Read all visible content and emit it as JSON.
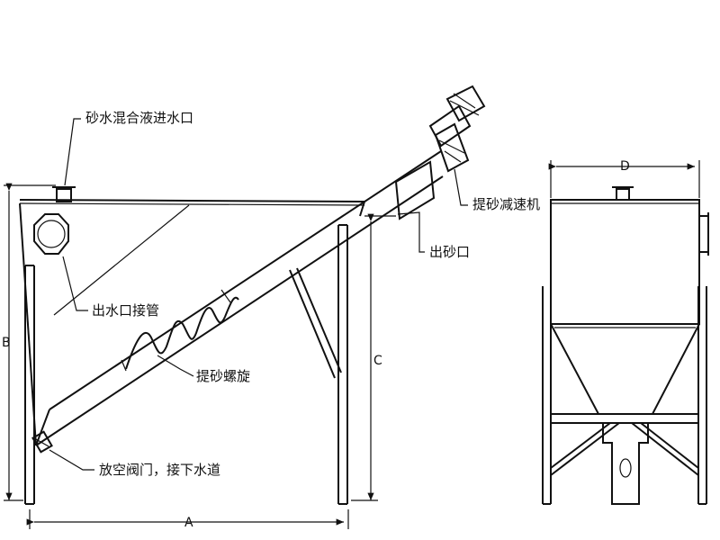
{
  "labels": {
    "inlet": "砂水混合液进水口",
    "outlet_pipe": "出水口接管",
    "screw": "提砂螺旋",
    "drain": "放空阀门，接下水道",
    "reducer": "提砂减速机",
    "sand_outlet": "出砂口"
  },
  "dimensions": {
    "a": "A",
    "b": "B",
    "c": "C",
    "d": "D"
  }
}
